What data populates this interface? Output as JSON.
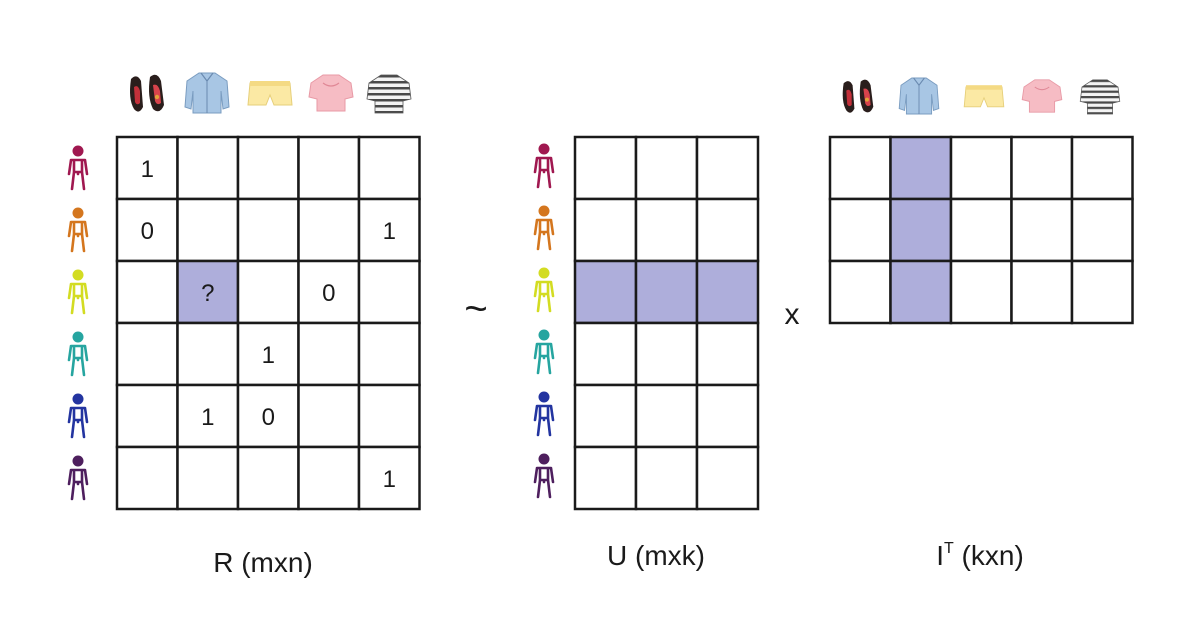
{
  "colors": {
    "highlight": "#aeaedb",
    "grid_line": "#1a1a1a",
    "background": "#ffffff"
  },
  "people": [
    {
      "name": "user-1",
      "color": "#a01850"
    },
    {
      "name": "user-2",
      "color": "#d4761e"
    },
    {
      "name": "user-3",
      "color": "#d3dc22"
    },
    {
      "name": "user-4",
      "color": "#26a5a0"
    },
    {
      "name": "user-5",
      "color": "#2334a0"
    },
    {
      "name": "user-6",
      "color": "#4e1f5e"
    }
  ],
  "items": [
    {
      "name": "shoes",
      "icon": "shoes-icon"
    },
    {
      "name": "denim-shirt",
      "icon": "shirt-icon"
    },
    {
      "name": "yellow-shorts",
      "icon": "shorts-icon"
    },
    {
      "name": "pink-blouse",
      "icon": "blouse-icon"
    },
    {
      "name": "striped-top",
      "icon": "striped-top-icon"
    }
  ],
  "matrix_r": {
    "label": "R (mxn)",
    "rows": 6,
    "cols": 5,
    "cells": [
      {
        "row": 0,
        "col": 0,
        "value": "1"
      },
      {
        "row": 1,
        "col": 0,
        "value": "0"
      },
      {
        "row": 1,
        "col": 4,
        "value": "1"
      },
      {
        "row": 2,
        "col": 1,
        "value": "?",
        "highlight": true
      },
      {
        "row": 2,
        "col": 3,
        "value": "0"
      },
      {
        "row": 3,
        "col": 2,
        "value": "1"
      },
      {
        "row": 4,
        "col": 1,
        "value": "1"
      },
      {
        "row": 4,
        "col": 2,
        "value": "0"
      },
      {
        "row": 5,
        "col": 4,
        "value": "1"
      }
    ]
  },
  "matrix_u": {
    "label": "U (mxk)",
    "rows": 6,
    "cols": 3,
    "highlight_row": 2
  },
  "matrix_i": {
    "label_main": "I",
    "label_sup": "T",
    "label_rest": " (kxn)",
    "rows": 3,
    "cols": 5,
    "highlight_col": 1
  },
  "operators": {
    "approx": "~",
    "multiply": "x"
  }
}
